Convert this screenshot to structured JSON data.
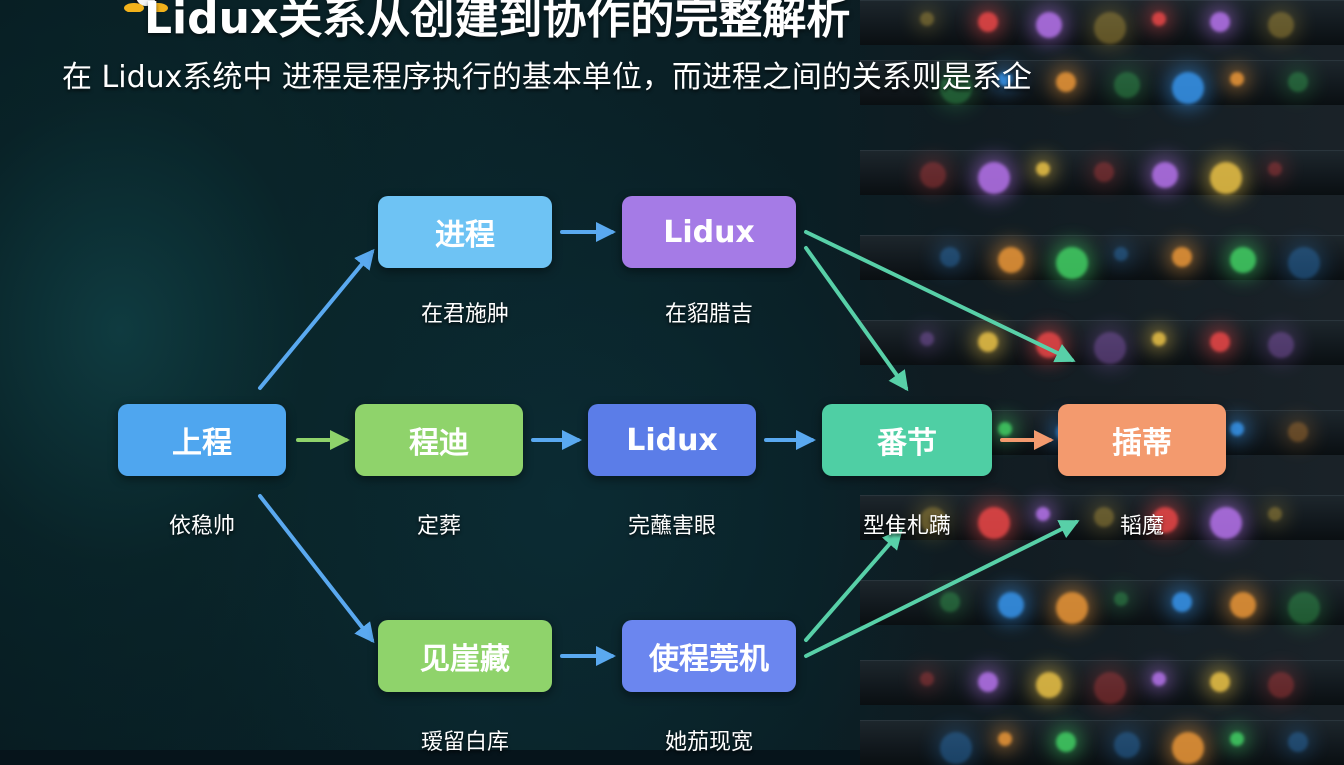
{
  "header": {
    "title": "Lidux关系从创建到协作的完整解析",
    "subtitle": "在 Lidux系统中 进程是程序执行的基本单位，而进程之间的关系则是系企"
  },
  "nodes": {
    "n1": {
      "label": "进程",
      "caption": "在君施肿",
      "color": "#6ec3f4"
    },
    "n2": {
      "label": "Lidux",
      "caption": "在貂腊吉",
      "color": "#a57be6"
    },
    "n3": {
      "label": "上程",
      "caption": "依稳帅",
      "color": "#4fa6ef"
    },
    "n4": {
      "label": "程迪",
      "caption": "定葬",
      "color": "#8fd36b"
    },
    "n5": {
      "label": "Lidux",
      "caption": "完蘸害眼",
      "color": "#5b7de8"
    },
    "n6": {
      "label": "番节",
      "caption": "型隹札蹒",
      "color": "#4fcfa4"
    },
    "n7": {
      "label": "插蒂",
      "caption": "韬魔",
      "color": "#f39a6e"
    },
    "n8": {
      "label": "见崖藏",
      "caption": "瑷留白库",
      "color": "#8fd36b"
    },
    "n9": {
      "label": "使程莞机",
      "caption": "她茄现宽",
      "color": "#6b86ef"
    }
  }
}
